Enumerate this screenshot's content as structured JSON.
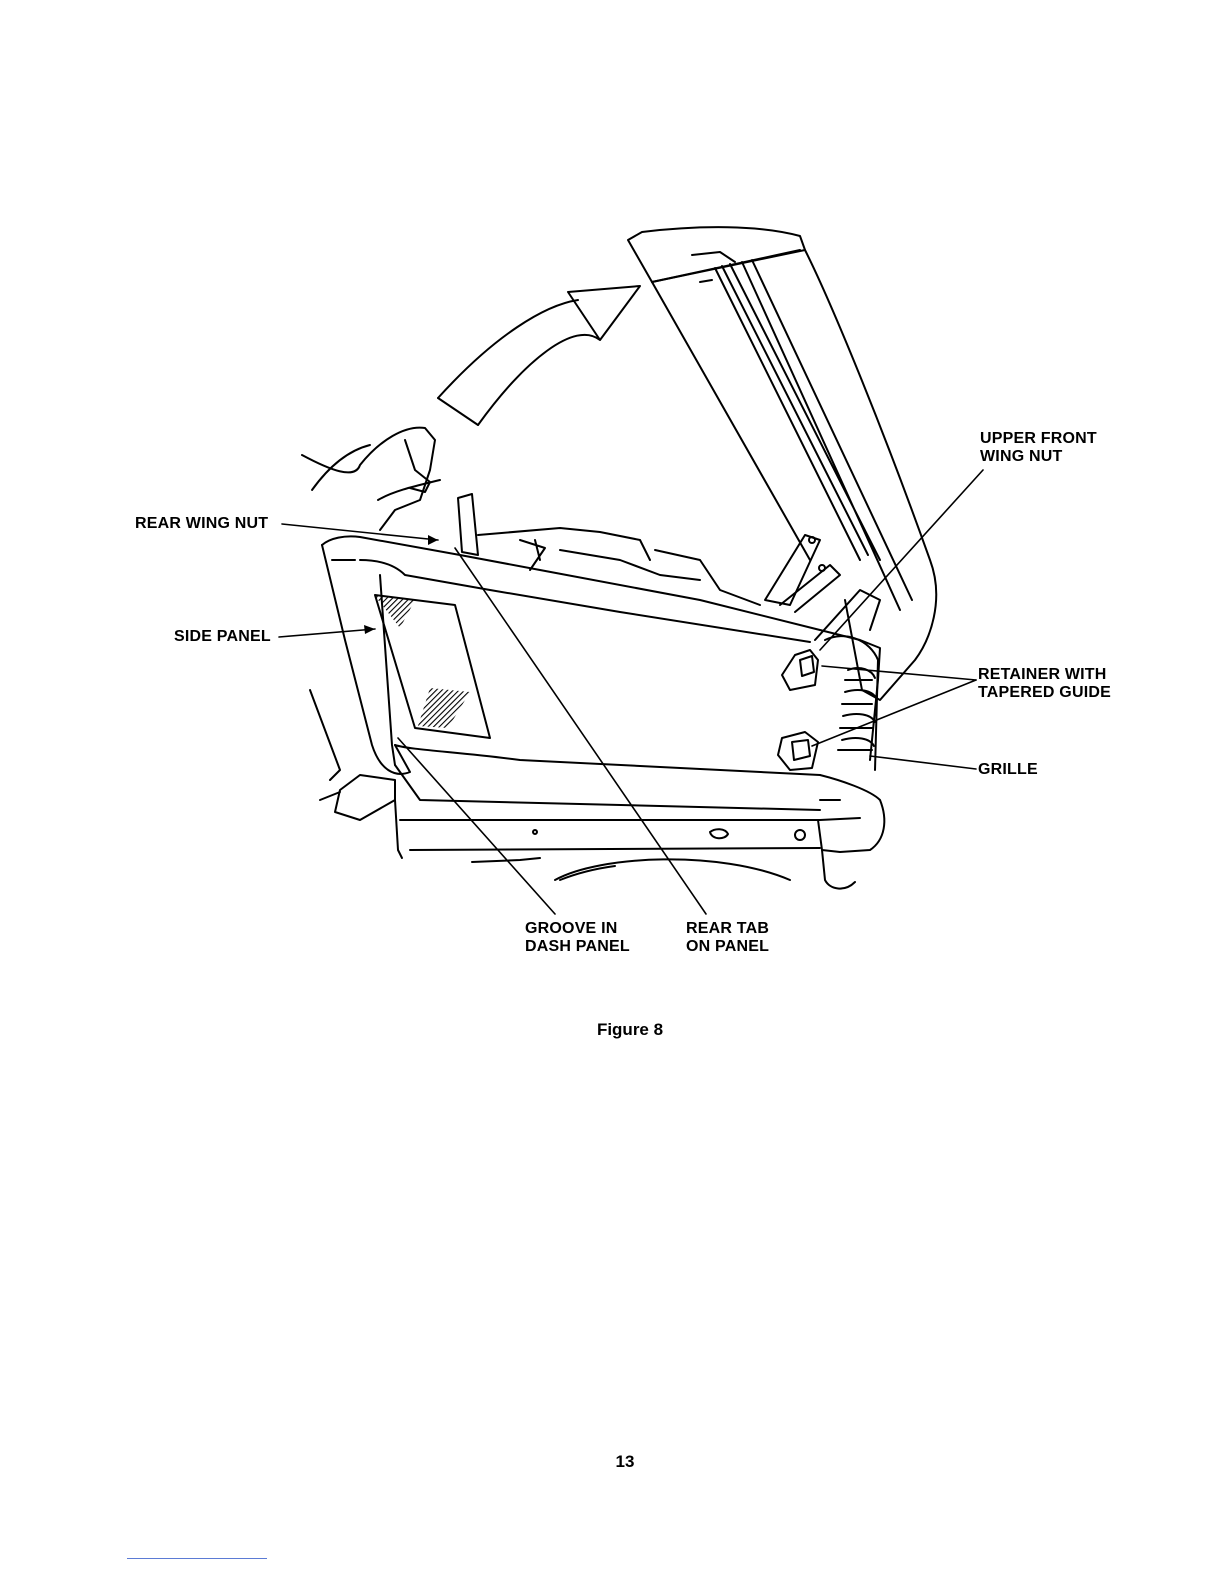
{
  "figure": {
    "labels": {
      "rear_wing_nut": "REAR WING NUT",
      "side_panel": "SIDE PANEL",
      "upper_front_wing_nut": [
        "UPPER FRONT",
        "WING NUT"
      ],
      "retainer_with_tapered_guide": [
        "RETAINER WITH",
        "TAPERED GUIDE"
      ],
      "grille": "GRILLE",
      "groove_in_dash_panel": [
        "GROOVE IN",
        "DASH PANEL"
      ],
      "rear_tab_on_panel": [
        "REAR TAB",
        "ON PANEL"
      ]
    },
    "caption": "Figure 8"
  },
  "page": {
    "number": "13"
  }
}
